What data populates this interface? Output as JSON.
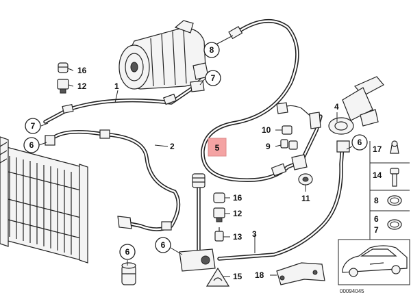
{
  "diagram": {
    "callouts_circled": [
      {
        "id": "c8-top",
        "label": "8"
      },
      {
        "id": "c7-right",
        "label": "7"
      },
      {
        "id": "c7-left",
        "label": "7"
      },
      {
        "id": "c6-left",
        "label": "6"
      },
      {
        "id": "c6-bottom",
        "label": "6"
      },
      {
        "id": "c6-mid",
        "label": "6"
      },
      {
        "id": "c6-right",
        "label": "6"
      }
    ],
    "callouts_plain": [
      {
        "id": "p16-top",
        "label": "16"
      },
      {
        "id": "p12-top",
        "label": "12"
      },
      {
        "id": "p1",
        "label": "1"
      },
      {
        "id": "p2",
        "label": "2"
      },
      {
        "id": "p3",
        "label": "3"
      },
      {
        "id": "p4",
        "label": "4"
      },
      {
        "id": "p10",
        "label": "10"
      },
      {
        "id": "p9",
        "label": "9"
      },
      {
        "id": "p11",
        "label": "11"
      },
      {
        "id": "p16-mid",
        "label": "16"
      },
      {
        "id": "p12-mid",
        "label": "12"
      },
      {
        "id": "p13",
        "label": "13"
      },
      {
        "id": "p15",
        "label": "15"
      },
      {
        "id": "p18",
        "label": "18"
      }
    ],
    "highlighted_callout": {
      "label": "5",
      "color": "#f4a3a3"
    },
    "legend_panel": [
      {
        "label": "17"
      },
      {
        "label": "14"
      },
      {
        "label": "8"
      },
      {
        "label": "6"
      },
      {
        "label": "7"
      }
    ],
    "diagram_number": "00094045"
  },
  "colors": {
    "line": "#222222",
    "highlight": "#f4a3a3",
    "background": "#ffffff"
  }
}
